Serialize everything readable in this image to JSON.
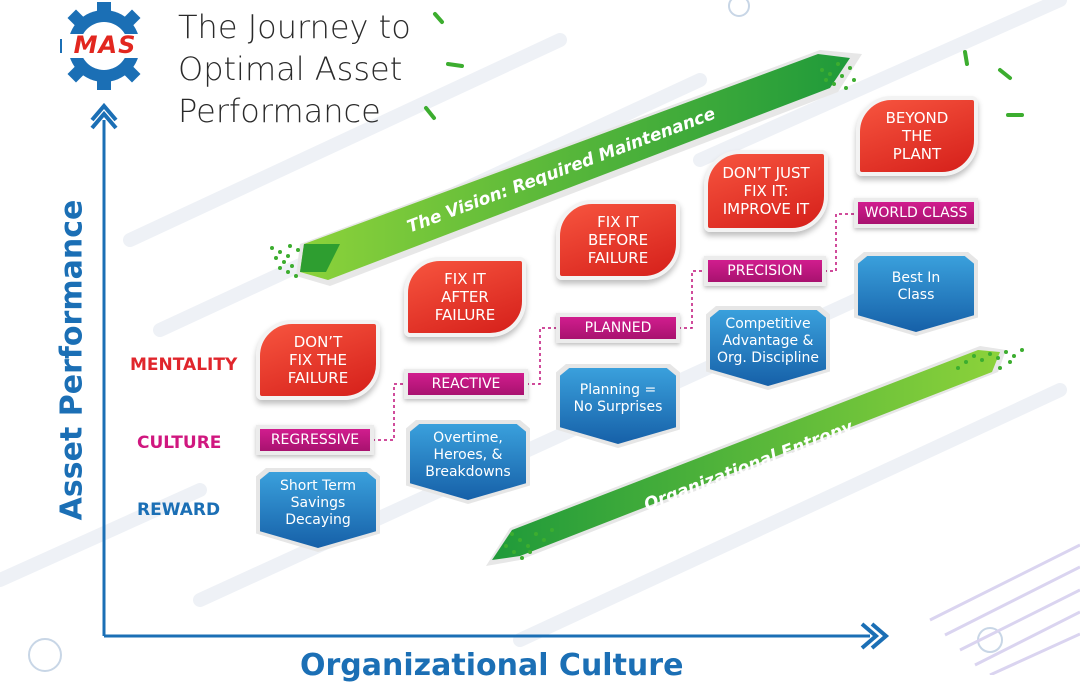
{
  "logo": {
    "text": "MAS"
  },
  "title": {
    "line1": "The Journey to",
    "line2": "Optimal Asset",
    "line3": "Performance"
  },
  "axes": {
    "y_label": "Asset Performance",
    "x_label": "Organizational Culture"
  },
  "row_labels": {
    "mentality": "MENTALITY",
    "culture": "CULTURE",
    "reward": "REWARD"
  },
  "bands": {
    "vision": "The Vision: Required Maintenance",
    "entropy": "Organizational Entropy"
  },
  "mentality": [
    {
      "line1": "DON’T",
      "line2": "FIX THE",
      "line3": "FAILURE"
    },
    {
      "line1": "FIX IT",
      "line2": "AFTER",
      "line3": "FAILURE"
    },
    {
      "line1": "FIX IT",
      "line2": "BEFORE",
      "line3": "FAILURE"
    },
    {
      "line1": "DON’T JUST",
      "line2": "FIX IT:",
      "line3": "IMPROVE IT"
    },
    {
      "line1": "BEYOND",
      "line2": "THE",
      "line3": "PLANT"
    }
  ],
  "culture": [
    "REGRESSIVE",
    "REACTIVE",
    "PLANNED",
    "PRECISION",
    "WORLD CLASS"
  ],
  "reward": [
    {
      "line1": "Short Term",
      "line2": "Savings",
      "line3": "Decaying"
    },
    {
      "line1": "Overtime,",
      "line2": "Heroes, &",
      "line3": "Breakdowns"
    },
    {
      "line1": "Planning =",
      "line2": "No Surprises",
      "line3": ""
    },
    {
      "line1": "Competitive",
      "line2": "Advantage &",
      "line3": "Org. Discipline"
    },
    {
      "line1": "Best In",
      "line2": "Class",
      "line3": ""
    }
  ],
  "colors": {
    "blue": "#1b6fb5",
    "red": "#e2271f",
    "magenta": "#c0107a",
    "green": "#3cad2f",
    "label_red": "#e0262c",
    "label_magenta": "#d0177f",
    "label_blue": "#1b6fb5"
  }
}
